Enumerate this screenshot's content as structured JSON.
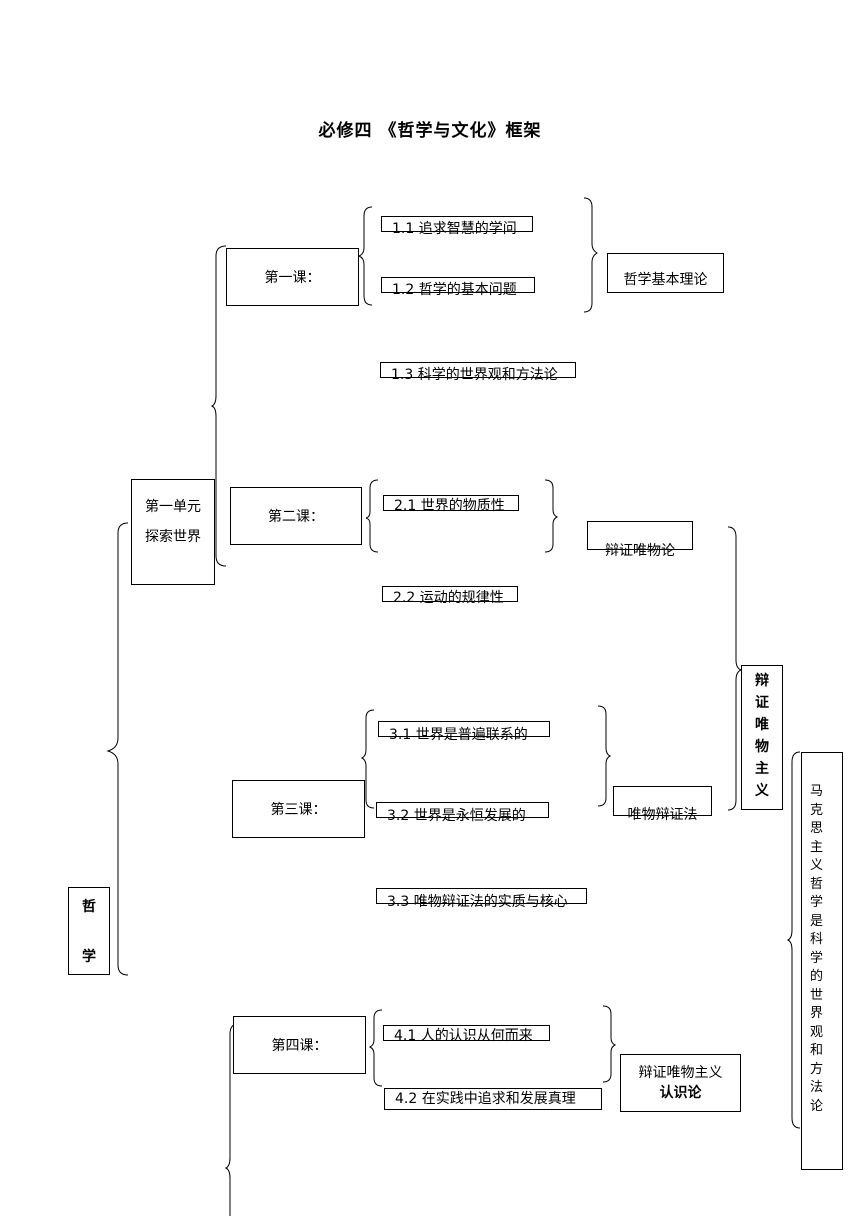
{
  "title": "必修四 《哲学与文化》框架",
  "root": {
    "chars": [
      "哲",
      "学"
    ]
  },
  "unit1": {
    "line1": "第一单元",
    "line2": "探索世界"
  },
  "lessons": {
    "l1": "第一课：",
    "l2": "第二课：",
    "l3": "第三课：",
    "l4": "第四课："
  },
  "topics": {
    "t11": "1.1 追求智慧的学问",
    "t12": "1.2 哲学的基本问题",
    "t13": "1.3 科学的世界观和方法论",
    "t21": "2.1 世界的物质性",
    "t22": "2.2 运动的规律性",
    "t31": "3.1 世界是普遍联系的",
    "t32": "3.2 世界是永恒发展的",
    "t33": "3.3 唯物辩证法的实质与核心",
    "t41": "4.1 人的认识从何而来",
    "t42": "4.2 在实践中追求和发展真理"
  },
  "categories": {
    "c1": "哲学基本理论",
    "c2": "辩证唯物论",
    "c3": "唯物辩证法",
    "c4_line1": "辩证唯物主义",
    "c4_line2": "认识论"
  },
  "dialectical_materialism": {
    "chars": [
      "辩",
      "证",
      "唯",
      "物",
      "主",
      "义"
    ]
  },
  "right_column": {
    "chars": [
      "马",
      "克",
      "思",
      "主",
      "义",
      "哲",
      "学",
      "是",
      "科",
      "学",
      "的",
      "世",
      "界",
      "观",
      "和",
      "方",
      "法",
      "论"
    ]
  }
}
